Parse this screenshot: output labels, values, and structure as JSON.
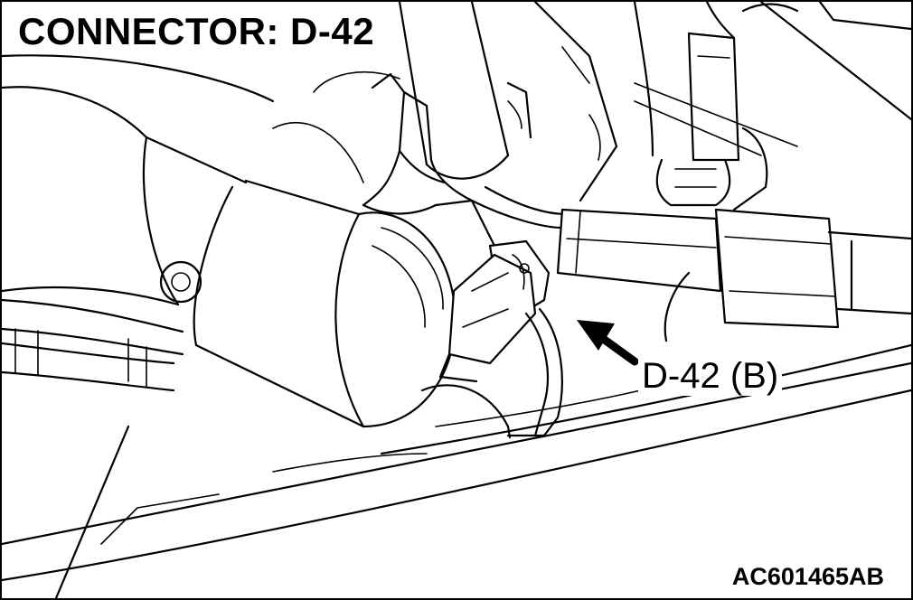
{
  "diagram": {
    "title": "CONNECTOR: D-42",
    "callout_label": "D-42 (B)",
    "figure_code": "AC601465AB"
  }
}
